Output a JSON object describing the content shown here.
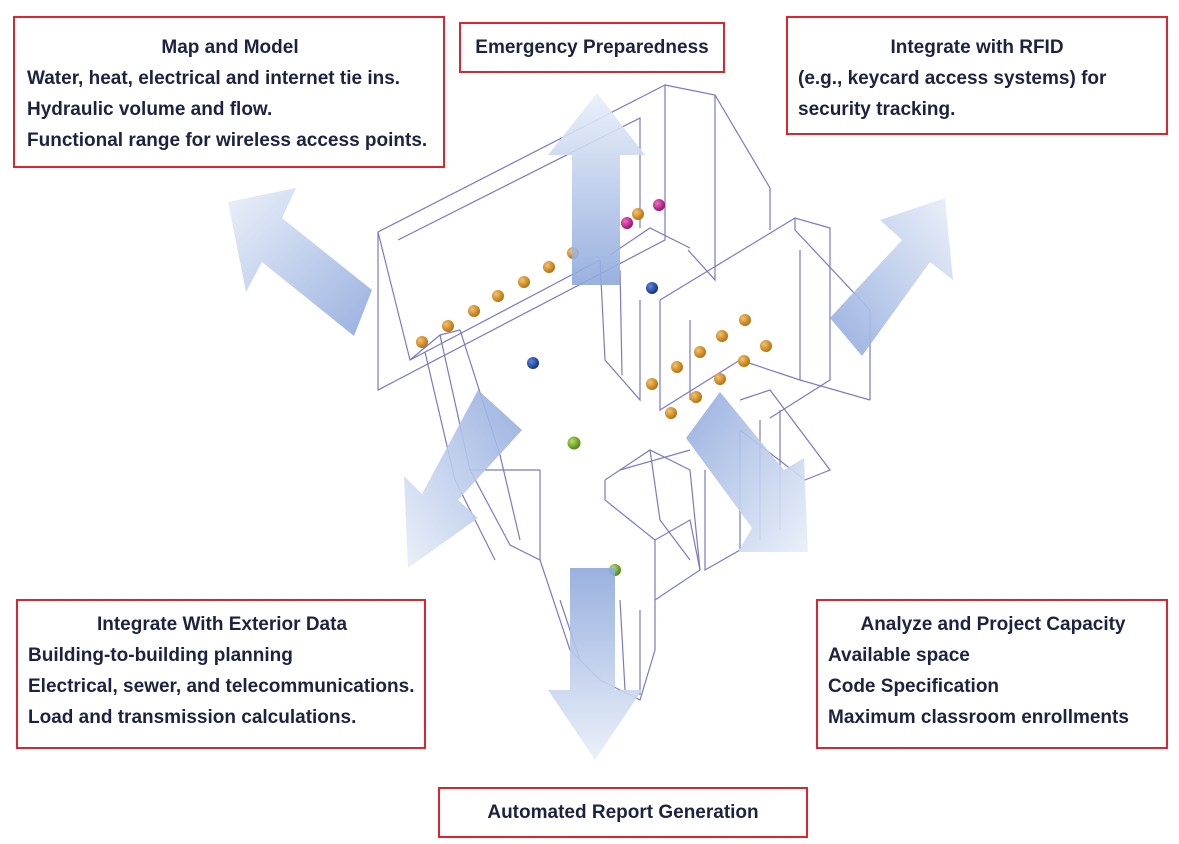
{
  "colors": {
    "box_border": "#e0242b",
    "text": "#1c2340",
    "wireframe": "#7a7ac8",
    "arrow_dark": "#8ea8dc",
    "arrow_light": "#e9eff9",
    "dot_orange": "#d98b16",
    "dot_magenta": "#c0148a",
    "dot_blue": "#1a46a8",
    "dot_green": "#6aa81e"
  },
  "boxes": {
    "map_model": {
      "title": "Map and Model",
      "lines": [
        "Water, heat, electrical and internet tie ins.",
        "Hydraulic volume and flow.",
        "Functional range for wireless access points."
      ]
    },
    "emergency": {
      "title": "Emergency Preparedness"
    },
    "rfid": {
      "title": "Integrate with RFID",
      "lines": [
        "(e.g., keycard access systems) for",
        "security  tracking."
      ]
    },
    "exterior": {
      "title": "Integrate With Exterior Data",
      "lines": [
        "Building-to-building planning",
        "Electrical, sewer, and telecommunications.",
        "Load and transmission calculations."
      ]
    },
    "capacity": {
      "title": "Analyze and Project Capacity",
      "lines": [
        "Available space",
        "Code Specification",
        "Maximum classroom enrollments"
      ]
    },
    "report": {
      "title": "Automated Report Generation"
    }
  },
  "arrows": [
    {
      "id": "arrow-up-left",
      "target": "map_model"
    },
    {
      "id": "arrow-up",
      "target": "emergency"
    },
    {
      "id": "arrow-up-right",
      "target": "rfid"
    },
    {
      "id": "arrow-down-left",
      "target": "exterior"
    },
    {
      "id": "arrow-down-right",
      "target": "capacity"
    },
    {
      "id": "arrow-down",
      "target": "report"
    }
  ]
}
